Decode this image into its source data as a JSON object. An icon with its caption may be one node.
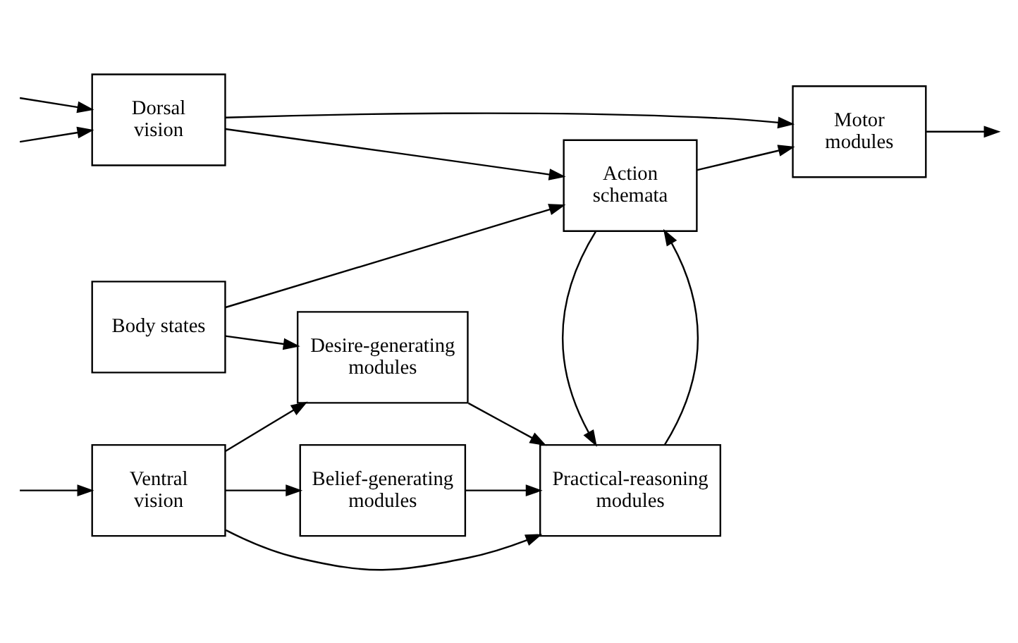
{
  "diagram": {
    "nodes": [
      {
        "text": [
          "Ventral vision"
        ]
      },
      {
        "text": [
          "Dorsal vision"
        ]
      },
      {
        "text": [
          "Body states"
        ]
      },
      {
        "text": [
          "Belief-generating modules"
        ]
      },
      {
        "text": [
          "Desire-generating modules"
        ]
      },
      {
        "text": [
          "Practical-reasoning modules"
        ]
      },
      {
        "text": [
          "Action schemata"
        ]
      },
      {
        "text": [
          "Motor modules"
        ]
      }
    ],
    "edges": [
      {
        "from": null,
        "to": 0,
        "arrow": "to"
      },
      {
        "from": null,
        "to": 1,
        "arrow": "to"
      },
      {
        "from": null,
        "to": 1,
        "arrow": "to"
      },
      {
        "from": 0,
        "to": 3,
        "arrow": "to"
      },
      {
        "from": 0,
        "to": 5,
        "arrow": "to"
      },
      {
        "from": 0,
        "to": 4,
        "arrow": "to"
      },
      {
        "from": 3,
        "to": 5,
        "arrow": "to"
      },
      {
        "from": 4,
        "to": 5,
        "arrow": "to"
      },
      {
        "from": 1,
        "to": 6,
        "arrow": "to"
      },
      {
        "from": 1,
        "to": 7,
        "arrow": "to"
      },
      {
        "from": 2,
        "to": 4,
        "arrow": "to"
      },
      {
        "from": 2,
        "to": 6,
        "arrow": "to"
      },
      {
        "from": 5,
        "to": 6,
        "arrow": "to"
      },
      {
        "from": 6,
        "to": 5,
        "arrow": "to"
      },
      {
        "from": 6,
        "to": 7,
        "arrow": "to"
      },
      {
        "from": 7,
        "to": null,
        "arrow": "to"
      }
    ]
  }
}
